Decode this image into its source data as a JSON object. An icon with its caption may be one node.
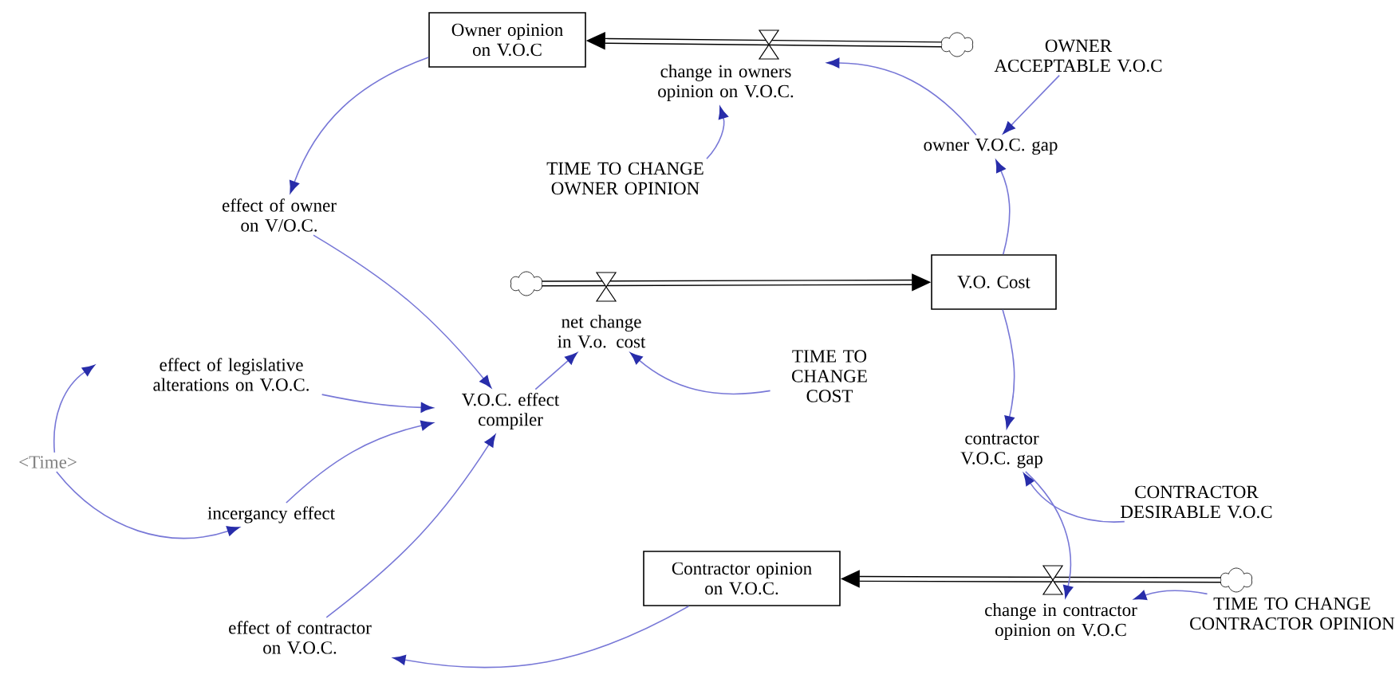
{
  "diagram": {
    "nodes": [
      {
        "text": [
          "Owner opinion on V.O.C"
        ]
      },
      {
        "text": [
          "change in owners opinion on V.O.C."
        ]
      },
      {
        "text": [],
        "shape": "cloud"
      },
      {
        "text": [
          "OWNER ACCEPTABLE V.O.C"
        ]
      },
      {
        "text": [
          "owner V.O.C. gap"
        ]
      },
      {
        "text": [
          "TIME TO CHANGE OWNER OPINION"
        ]
      },
      {
        "text": [
          "effect of owner on V/O.C."
        ]
      },
      {
        "text": [],
        "shape": "cloud"
      },
      {
        "text": [
          "net change in V.o. cost"
        ]
      },
      {
        "text": [
          "V.O. Cost"
        ]
      },
      {
        "text": [
          "TIME TO CHANGE COST"
        ]
      },
      {
        "text": [
          "effect of legislative alterations on V.O.C."
        ]
      },
      {
        "text": [
          "V.O.C. effect compiler"
        ]
      },
      {
        "text": [
          "<Time>"
        ]
      },
      {
        "text": [
          "contractor V.O.C. gap"
        ]
      },
      {
        "text": [
          "CONTRACTOR DESIRABLE V.O.C"
        ]
      },
      {
        "text": [
          "incergancy effect"
        ]
      },
      {
        "text": [
          "Contractor opinion on V.O.C."
        ]
      },
      {
        "text": [],
        "shape": "cloud"
      },
      {
        "text": [
          "change in contractor opinion on V.O.C"
        ]
      },
      {
        "text": [
          "TIME TO CHANGE CONTRACTOR OPINION"
        ]
      },
      {
        "text": [
          "effect of contractor on V.O.C."
        ]
      }
    ],
    "edges": [
      {
        "from": 2,
        "to": 0,
        "arrow": "to",
        "style": "thick",
        "color": "#000000"
      },
      {
        "from": 7,
        "to": 9,
        "arrow": "to",
        "style": "thick",
        "color": "#000000"
      },
      {
        "from": 18,
        "to": 17,
        "arrow": "to",
        "style": "thick",
        "color": "#000000"
      },
      {
        "from": 0,
        "to": 6,
        "arrow": "to"
      },
      {
        "from": 6,
        "to": 12,
        "arrow": "to"
      },
      {
        "from": 4,
        "to": 1,
        "arrow": "to"
      },
      {
        "from": 3,
        "to": 4,
        "arrow": "to"
      },
      {
        "from": 5,
        "to": 1,
        "arrow": "to"
      },
      {
        "from": 9,
        "to": 4,
        "arrow": "to"
      },
      {
        "from": 10,
        "to": 8,
        "arrow": "to"
      },
      {
        "from": 12,
        "to": 8,
        "arrow": "to"
      },
      {
        "from": 13,
        "to": 11,
        "arrow": "to"
      },
      {
        "from": 13,
        "to": 16,
        "arrow": "to"
      },
      {
        "from": 11,
        "to": 12,
        "arrow": "to"
      },
      {
        "from": 16,
        "to": 12,
        "arrow": "to"
      },
      {
        "from": 21,
        "to": 12,
        "arrow": "to"
      },
      {
        "from": 9,
        "to": 14,
        "arrow": "to"
      },
      {
        "from": 15,
        "to": 14,
        "arrow": "to"
      },
      {
        "from": 14,
        "to": 19,
        "arrow": "to"
      },
      {
        "from": 20,
        "to": 19,
        "arrow": "to"
      },
      {
        "from": 17,
        "to": 21,
        "arrow": "to"
      }
    ]
  }
}
